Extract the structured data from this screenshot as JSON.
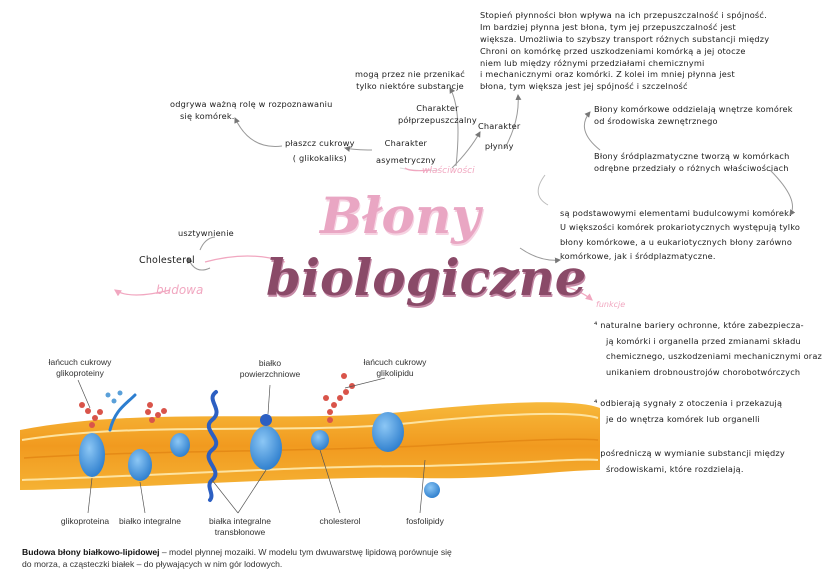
{
  "title": {
    "line1": "Błony",
    "line2": "biologiczne"
  },
  "branches": {
    "wlasciwosci": "właściwości",
    "budowa": "budowa",
    "funkcje": "funkcje"
  },
  "notes": {
    "plynnosc": [
      "Stopień płynności błon wpływa na ich przepuszczalność i spójność.",
      "Im bardziej płynna jest błona, tym jej przepuszczalność jest",
      "większa. Umożliwia to szybszy transport różnych substancji między",
      "Chroni on komórkę przed uszkodzeniami komórką a jej otocze",
      "niem lub między różnymi przedziałami chemicznymi",
      "i mechanicznymi oraz komórki. Z kolei im mniej płynna jest",
      "błona, tym większa jest jej spójność i szczelność"
    ],
    "selektywnosc": [
      "mogą przez nie przenikać",
      "tylko niektóre substancje"
    ],
    "pol_label": [
      "Charakter",
      "półprzepuszczalny"
    ],
    "plynny_label": [
      "Charakter",
      "płynny"
    ],
    "asym_label": [
      "Charakter",
      "asymetryczny"
    ],
    "plaszcz": [
      "płaszcz cukrowy",
      "( glikokaliks)"
    ],
    "rola": [
      "odgrywa ważną rolę w rozpoznawaniu",
      "się komórek."
    ],
    "oddzielaja": [
      "Błony komórkowe oddzielają wnętrze komórek",
      "od środowiska zewnętrznego"
    ],
    "srodplazmatyczne": [
      "Błony śródplazmatyczne tworzą w komórkach",
      "odrębne przedziały o różnych właściwościach"
    ],
    "skladnik": [
      "są podstawowymi elementami budulcowymi komórek.",
      "U większości komórek prokariotycznych występują tylko",
      "błony komórkowe, a u eukariotycznych błony zarówno",
      "komórkowe, jak i śródplazmatyczne."
    ],
    "usztywnienie": "usztywnienie",
    "cholesterol": "Cholesterol",
    "funkcja1": [
      "naturalne bariery ochronne, które zabezpiecza-",
      "ją komórki i organella przed zmianami składu",
      "chemicznego, uszkodzeniami mechanicznymi oraz",
      "unikaniem drobnoustrojów chorobotwórczych"
    ],
    "funkcja2": [
      "odbierają sygnały z otoczenia i przekazują",
      "je do wnętrza komórek lub organelli"
    ],
    "funkcja3": [
      "pośredniczą w wymianie substancji między",
      "środowiskami, które rozdzielają."
    ]
  },
  "diagram_labels": {
    "lancuch_glikoproteiny": [
      "łańcuch cukrowy",
      "glikoproteiny"
    ],
    "bialko_powierzchniowe": [
      "białko",
      "powierzchniowe"
    ],
    "lancuch_glikolipidu": [
      "łańcuch cukrowy",
      "glikolipidu"
    ],
    "glikoproteina": "glikoproteina",
    "bialko_integralne": "białko integralne",
    "bialka_integralne_transblonowe": [
      "białka integralne",
      "transbłonowe"
    ],
    "cholesterol": "cholesterol",
    "fosfolipidy": "fosfolipidy"
  },
  "caption": {
    "bold": "Budowa błony białkowo-lipidowej",
    "text": " – model płynnej mozaiki. W modelu tym dwuwarstwę lipidową porównuje się do morza, a cząsteczki białek – do pływających w nim gór lodowych."
  },
  "colors": {
    "pink_title": "#e9a6c3",
    "dark_title": "#8a4a68",
    "membrane_orange": "#f4a52c",
    "protein_blue": "#4d9ee0",
    "sugar_red": "#d9544a"
  }
}
